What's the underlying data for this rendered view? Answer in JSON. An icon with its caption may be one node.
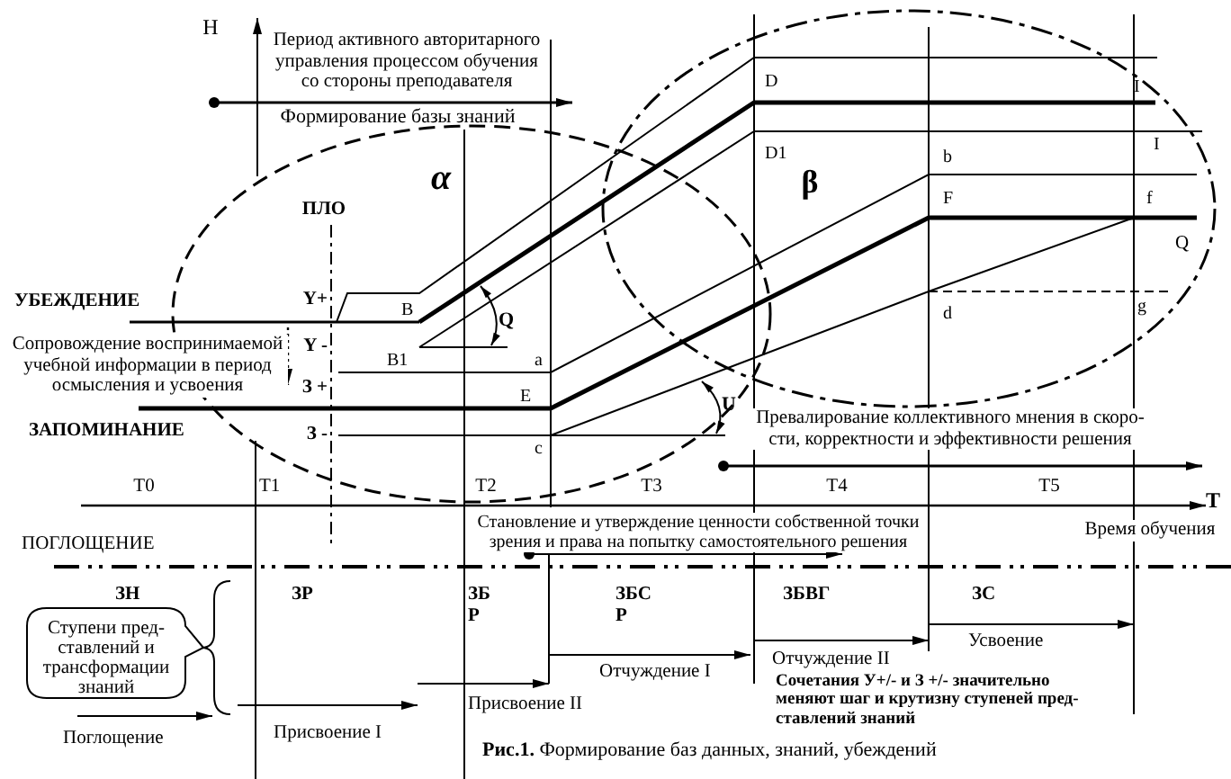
{
  "diagram": {
    "caption": "**Рис.1.** Формирование баз данных, знаний, убеждений",
    "nodes": [
      {
        "text": [
          "Ступени пред-ставлений и трансформации знаний"
        ]
      }
    ],
    "labels": [
      "H",
      "Период активного авторитарного управления процессом обучения со стороны преподавателя",
      "Формирование базы знаний",
      "D",
      "I",
      "I",
      "α",
      "D1",
      "β",
      "b",
      "F",
      "f",
      "ПЛО",
      "Q",
      "УБЕЖДЕНИЕ",
      "Y+",
      "B",
      "d",
      "g",
      "Q",
      "Сопровождение воспринимаемой учебной информации в период осмысления и усвоения",
      "Y -",
      "B1",
      "a",
      "З +",
      "E",
      "U",
      "Превалирование коллективного мнения в скоро-сти, корректности и эффективности решения",
      "ЗАПОМИНАНИЕ",
      "З -",
      "c",
      "T0",
      "T1",
      "T2",
      "T3",
      "T4",
      "T5",
      "T",
      "ПОГЛОЩЕНИЕ",
      "Становление и утверждение ценности собственной точки зрения и права на попытку самостоятельного решения",
      "Время обучения",
      "ЗН",
      "ЗР",
      "ЗБ Р",
      "ЗБС Р",
      "ЗБВГ",
      "ЗС",
      "Усвоение",
      "Отчуждение II",
      "Отчуждение I",
      "Сочетания У+/- и З +/- значительно меняют шаг и крутизну ступеней пред-ставлений знаний",
      "Присвоение II",
      "Поглощение",
      "Присвоение I"
    ]
  }
}
